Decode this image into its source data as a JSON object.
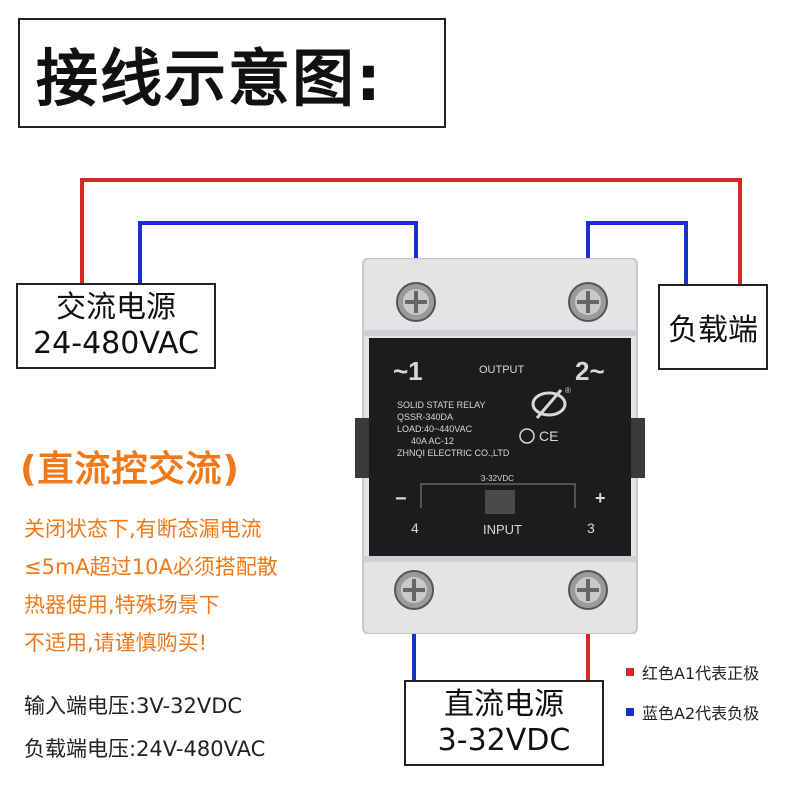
{
  "title": "接线示意图:",
  "ac_power": {
    "line1": "交流电源",
    "line2": "24-480VAC"
  },
  "load": {
    "label": "负载端"
  },
  "dc_power": {
    "line1": "直流电源",
    "line2": "3-32VDC"
  },
  "subtitle": "(直流控交流)",
  "note_lines": [
    "关闭状态下,有断态漏电流",
    "≤5mA超过10A必须搭配散",
    "热器使用,特殊场景下",
    "不适用,请谨慎购买!"
  ],
  "specs": {
    "input": "输入端电压:3V-32VDC",
    "load": "负载端电压:24V-480VAC"
  },
  "legend": {
    "red": "红色A1代表正极",
    "blue": "蓝色A2代表负极"
  },
  "relay": {
    "terminal_1": "~1",
    "terminal_2": "2~",
    "output": "OUTPUT",
    "line1": "SOLID STATE RELAY",
    "line2": "QSSR-340DA",
    "line3": "LOAD:40~440VAC",
    "line4": "40A AC-12",
    "line5": "ZHNQI ELECTRIC CO.,LTD",
    "voltage": "3-32VDC",
    "minus": "−",
    "plus": "+",
    "terminal_4": "4",
    "terminal_3": "3",
    "input": "INPUT",
    "ce": "CE",
    "registered": "®"
  },
  "colors": {
    "red": "#d42a2a",
    "blue": "#1a2fd0",
    "orange": "#f07a1a"
  }
}
